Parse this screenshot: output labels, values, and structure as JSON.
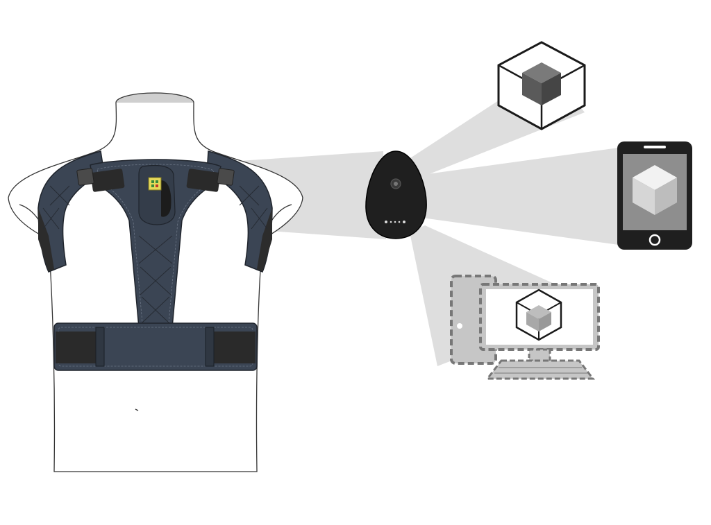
{
  "diagram": {
    "nodes": [
      {
        "id": "torso",
        "kind": "mannequin-torso"
      },
      {
        "id": "brace",
        "kind": "posture-brace",
        "color": "#3b4554"
      },
      {
        "id": "sensor",
        "kind": "sensor-module",
        "color": "#2a2a2a",
        "status_light_color": "#e5d95a"
      },
      {
        "id": "hub",
        "kind": "wireless-hub",
        "color": "#1f1f1f",
        "indicator_dots": 5
      },
      {
        "id": "cloud",
        "kind": "cloud-app",
        "icon": "cube-outline-icon",
        "style": "solid"
      },
      {
        "id": "phone",
        "kind": "smartphone-app",
        "icon": "cube-icon",
        "style": "solid"
      },
      {
        "id": "desktop",
        "kind": "desktop-app",
        "icon": "cube-outline-icon",
        "style": "dashed"
      }
    ],
    "links": [
      {
        "from": "brace",
        "to": "hub",
        "style": "beam"
      },
      {
        "from": "hub",
        "to": "cloud",
        "style": "beam"
      },
      {
        "from": "hub",
        "to": "phone",
        "style": "beam"
      },
      {
        "from": "hub",
        "to": "desktop",
        "style": "beam"
      }
    ],
    "beam_color": "#dedede"
  }
}
